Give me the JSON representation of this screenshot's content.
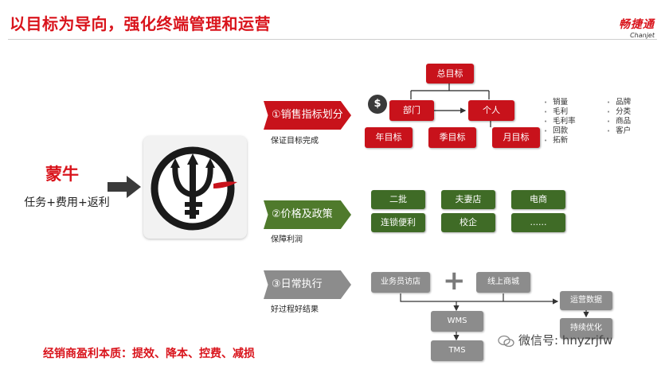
{
  "header": {
    "title": "以目标为导向，强化终端管理和运营",
    "logo_cn": "畅捷通",
    "logo_en": "Chanjet"
  },
  "left": {
    "brand": "蒙牛",
    "subtitle": "任务+费用+返利"
  },
  "steps": [
    {
      "label": "①销售指标划分",
      "note": "保证目标完成"
    },
    {
      "label": "②价格及政策",
      "note": "保障利润"
    },
    {
      "label": "③日常执行",
      "note": "好过程好结果"
    }
  ],
  "sales": {
    "dollar": "$",
    "total": "总目标",
    "dept": "部门",
    "person": "个人",
    "periods": [
      "年目标",
      "季目标",
      "月目标"
    ],
    "metrics_a": [
      "销量",
      "毛利",
      "毛利率",
      "回款",
      "拓新"
    ],
    "metrics_b": [
      "品牌",
      "分类",
      "商品",
      "客户"
    ]
  },
  "channels": [
    "二批",
    "夫妻店",
    "电商",
    "连锁便利",
    "校企",
    "......"
  ],
  "execution": {
    "visit": "业务员访店",
    "mall": "线上商城",
    "plus": "+",
    "wms": "WMS",
    "tms": "TMS",
    "ops_data": "运营数据",
    "optimize": "持续优化"
  },
  "footer": {
    "essence": "经销商盈利本质：提效、降本、控费、减损",
    "wechat": "微信号: hnyzrjfw"
  },
  "colors": {
    "red": "#c8121b",
    "green": "#3f6b26",
    "gray": "#8c8c8c"
  }
}
